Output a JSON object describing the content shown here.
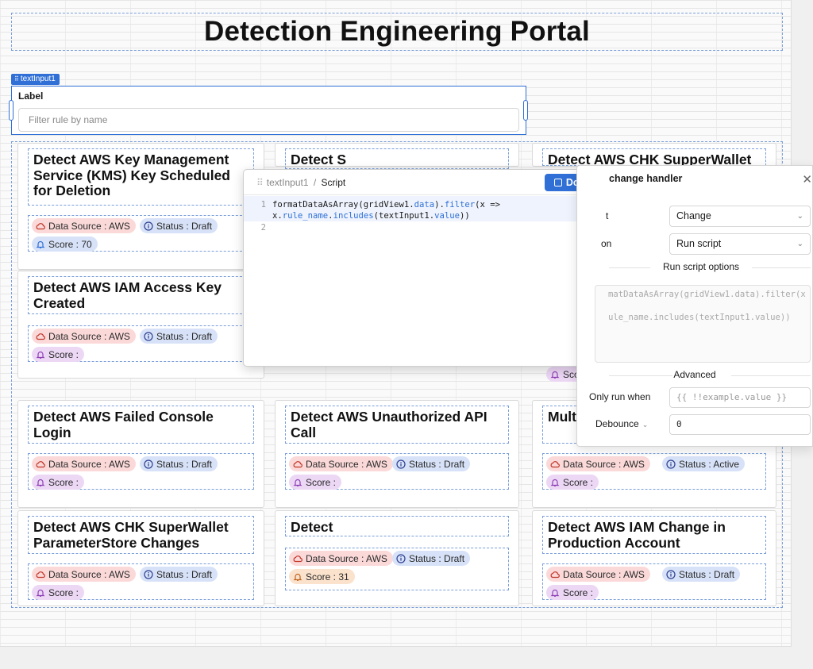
{
  "page": {
    "title": "Detection Engineering Portal"
  },
  "text_input": {
    "tag": "textInput1",
    "label": "Label",
    "placeholder": "Filter rule by name"
  },
  "cards": [
    {
      "title": "Detect AWS Key Management Service (KMS) Key Scheduled for Deletion",
      "data_source": "Data Source : AWS",
      "status": "Status : Draft",
      "score": "Score : 70",
      "score_color": "blue"
    },
    {
      "title": "Detect S",
      "data_source": "",
      "status": "",
      "score": "",
      "score_color": ""
    },
    {
      "title": "Detect AWS CHK SupperWallet",
      "data_source": "",
      "status": "",
      "score": "Sco",
      "score_color": "purple"
    },
    {
      "title": "Detect AWS IAM Access Key Created",
      "data_source": "Data Source : AWS",
      "status": "Status : Draft",
      "score": "Score :",
      "score_color": "purple"
    },
    {
      "title": "Detect AWS Failed Console Login",
      "data_source": "Data Source : AWS",
      "status": "Status : Draft",
      "score": "Score :",
      "score_color": "purple"
    },
    {
      "title": "Detect AWS Unauthorized API Call",
      "data_source": "Data Source : AWS",
      "status": "Status : Draft",
      "score": "Score :",
      "score_color": "purple"
    },
    {
      "title": "Mult From",
      "data_source": "Data Source : AWS",
      "status": "Status : Active",
      "score": "Score :",
      "score_color": "purple"
    },
    {
      "title": "Detect AWS CHK SuperWallet ParameterStore Changes",
      "data_source": "Data Source : AWS",
      "status": "Status : Draft",
      "score": "Score :",
      "score_color": "purple"
    },
    {
      "title": "Detect",
      "data_source": "Data Source : AWS",
      "status": "Status : Draft",
      "score": "Score : 31",
      "score_color": "orange"
    },
    {
      "title": "Detect AWS IAM Change in Production Account",
      "data_source": "Data Source : AWS",
      "status": "Status : Draft",
      "score": "Score :",
      "score_color": "purple"
    }
  ],
  "script_editor": {
    "crumb_parent": "textInput1",
    "crumb_sep": "/",
    "crumb_current": "Script",
    "done_label": "Done",
    "line_numbers": [
      "1",
      "2"
    ],
    "code_line_1a": "formatDataAsArray(gridView1.",
    "code_line_1b": "data",
    "code_line_1c": ").",
    "code_line_1d": "filter",
    "code_line_1e": "(x =>",
    "code_line_1f": "x.",
    "code_line_1g": "rule_name",
    "code_line_1h": ".",
    "code_line_1i": "includes",
    "code_line_1j": "(textInput1.",
    "code_line_1k": "value",
    "code_line_1l": "))"
  },
  "handler_panel": {
    "title": "change handler",
    "event_label": "t",
    "event_value": "Change",
    "action_label": "on",
    "action_value": "Run script",
    "run_script_section": "Run script options",
    "code_preview_1": "matDataAsArray(gridView1.data).filter(x",
    "code_preview_2": "ule_name.includes(textInput1.value))",
    "advanced_section": "Advanced",
    "only_run_when_label": "Only run when",
    "only_run_when_value": "{{ !!example.value }}",
    "debounce_label": "Debounce",
    "debounce_value": "0"
  },
  "colors": {
    "accent": "#2f6fd6",
    "badge_red": "#fbd9d9",
    "badge_blue": "#d7e2f8",
    "badge_purple": "#ecd7f5",
    "badge_orange": "#fbe2cc"
  }
}
